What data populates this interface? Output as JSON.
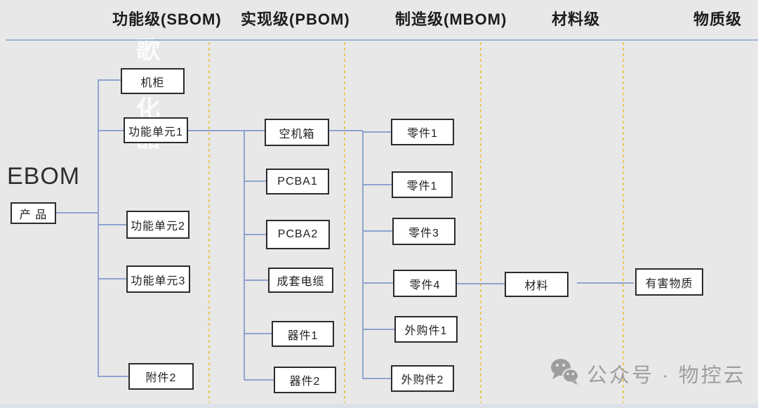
{
  "header": {
    "columns": [
      {
        "label": "功能级(SBOM)"
      },
      {
        "label": "实现级(PBOM)"
      },
      {
        "label": "制造级(MBOM)"
      },
      {
        "label": "材料级"
      },
      {
        "label": "物质级"
      }
    ]
  },
  "ebom": {
    "label": "EBOM",
    "root_node": "产 品"
  },
  "boxes": {
    "sbom": [
      "机柜",
      "功能单元1",
      "功能单元2",
      "功能单元3",
      "附件2"
    ],
    "pbom": [
      "空机箱",
      "PCBA1",
      "PCBA2",
      "成套电缆",
      "器件1",
      "器件2"
    ],
    "mbom": [
      "零件1",
      "零件1",
      "零件3",
      "零件4",
      "外购件1",
      "外购件2"
    ],
    "material": "材料",
    "substance": "有害物质"
  },
  "watermarks": {
    "vertical_chars": [
      "歌",
      "品",
      "化",
      "品"
    ],
    "footer_text": "公众号 · 物控云"
  },
  "colors": {
    "background": "#e8e8e8",
    "connector": "#8fa3cf",
    "dashed_divider": "#e8c95c",
    "header_rule": "#9fb3d9",
    "box_border": "#2b2b2b",
    "box_fill": "#ffffff",
    "footer_watermark": "#9e9e9e"
  }
}
